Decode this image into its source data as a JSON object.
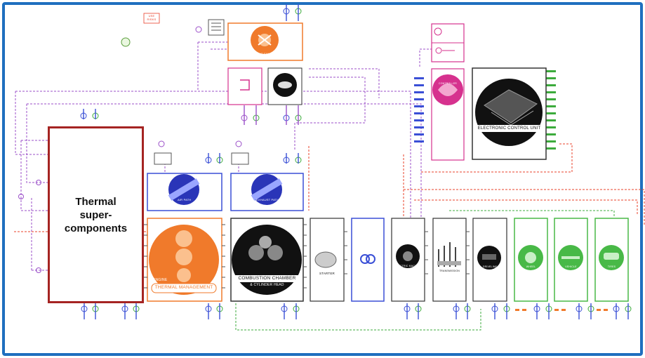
{
  "main_label": "Thermal\nsuper-\ncomponents",
  "stamp_text": "USE\nRISKS",
  "components": {
    "cooling_fan": "COOLING FAN",
    "air_path": "AIR PATH",
    "exhaust": "EXHAUST PATH",
    "engine": "ENGINE",
    "thermal_management": "THERMAL MANAGEMENT",
    "combustion_chamber": "COMBUSTION CHAMBER",
    "cylinder_head": "& CYLINDER HEAD",
    "starter": "STARTER",
    "alternator": "ELECTRIC MACHINE",
    "transmission": "TRANSMISSION",
    "driveline": "DRIVELINE",
    "wheel_1": "WHEEL",
    "wheel_2": "VEHICLE",
    "wheel_3": "TIRES",
    "ecu": "ELECTRONIC CONTROL UNIT",
    "controller": "CONTROLLER"
  },
  "colors": {
    "frame": "#1f6fbf",
    "thermal_border": "#a52422",
    "orange": "#f07a2b",
    "blue": "#3a4fd6",
    "green": "#48b947",
    "magenta": "#d6318e",
    "purple_wire": "#9b4fc9",
    "red_wire": "#e8402a",
    "green_wire": "#3cab3c"
  }
}
